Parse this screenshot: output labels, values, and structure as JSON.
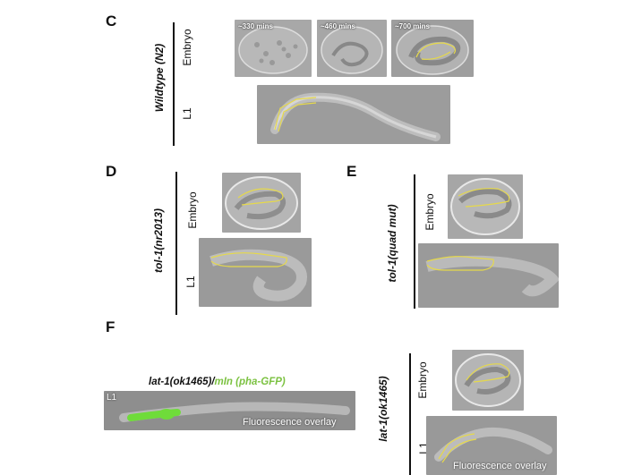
{
  "panels": {
    "C": {
      "letter": "C",
      "genotype": "Wildtype (N2)",
      "embryo_label": "Embryo",
      "l1_label": "L1",
      "times": [
        "~330 mins",
        "~460 mins",
        "~700 mins"
      ]
    },
    "D": {
      "letter": "D",
      "genotype": "tol-1(nr2013)",
      "embryo_label": "Embryo",
      "l1_label": "L1"
    },
    "E": {
      "letter": "E",
      "genotype": "tol-1(quad mut)",
      "embryo_label": "Embryo",
      "l1_label": "L1"
    },
    "F": {
      "letter": "F",
      "title_part1": "lat-1(ok1465)",
      "title_sep": "/",
      "title_part2": "mIn (pha-GFP)",
      "l1_tag": "L1",
      "overlay_label": "Fluorescence overlay",
      "genotype": "lat-1(ok1465)",
      "embryo_label": "Embryo",
      "l1_label": "L1",
      "overlay_label_2": "Fluorescence overlay"
    }
  },
  "colors": {
    "outline": "#e6d94a",
    "gfp": "#6fdc3a",
    "dic_bg": "#9a9a9a"
  }
}
